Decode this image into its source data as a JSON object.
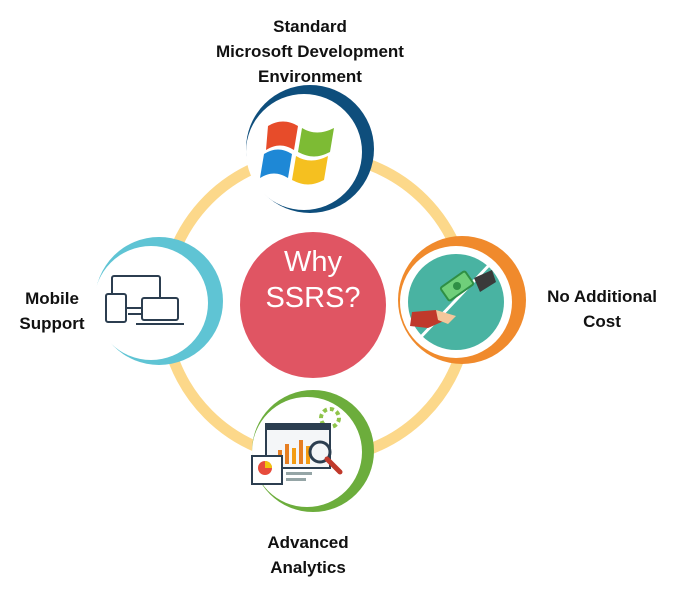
{
  "center": {
    "line1": "Why",
    "line2": "SSRS?"
  },
  "nodes": {
    "top": {
      "lines": [
        "Standard",
        "Microsoft Development",
        "Environment"
      ],
      "icon": "windows-logo-icon",
      "color": "#0e4e7c"
    },
    "right": {
      "lines": [
        "No Additional",
        "Cost"
      ],
      "icon": "money-handshake-icon",
      "color": "#f08a2c"
    },
    "bottom": {
      "lines": [
        "Advanced",
        "Analytics"
      ],
      "icon": "analytics-dashboard-icon",
      "color": "#6cad3c"
    },
    "left": {
      "lines": [
        "Mobile",
        "Support"
      ],
      "icon": "devices-icon",
      "color": "#5fc4d4"
    }
  },
  "colors": {
    "ring": "#fcd88a",
    "center": "#e05563"
  }
}
